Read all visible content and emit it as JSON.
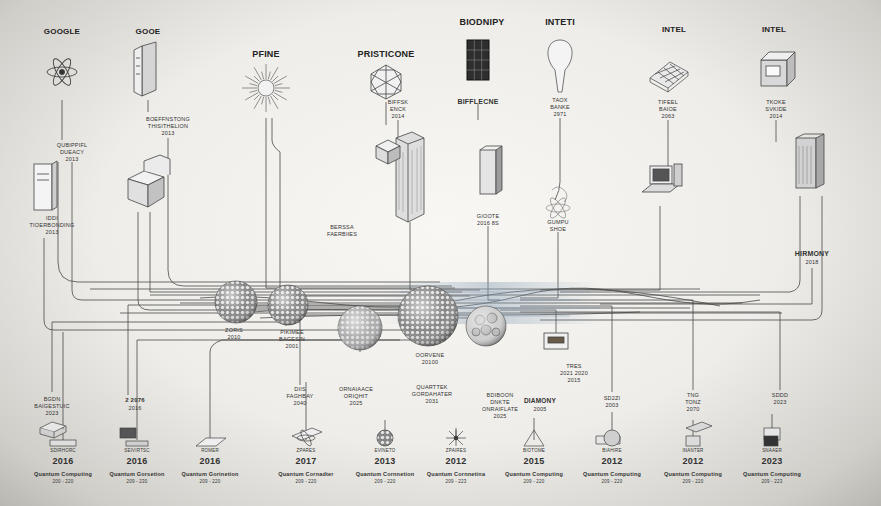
{
  "diagram": {
    "labels": [
      "GOOGLE",
      "GOOE",
      "PFINE",
      "PRISTICONE",
      "BIODNIPY",
      "INTETI",
      "INTEL",
      "INTEL",
      "QUBIPPIFL",
      "DUEACY",
      "2013",
      "BOEFFNSTONG",
      "THISITHELION",
      "2013",
      "BIFFSK",
      "ENCK",
      "2014",
      "BIFFLECNE",
      "TAOX",
      "BANKE",
      "2971",
      "TIFEEL",
      "BAIOE",
      "2063",
      "TKOKE",
      "SVKIDE",
      "2014",
      "IDDI",
      "TIOERBONDING",
      "2013",
      "BERSSA",
      "FAERBIIES",
      "GIOOTE",
      "2016 8S",
      "GUMPU",
      "SHOE",
      "HIRMONY",
      "2018",
      "ZORIS",
      "2010",
      "PIKIMEE",
      "BAGESIN",
      "2001",
      "DIIS",
      "FAGHBAY",
      "2040",
      "ORNAIAACE",
      "ORIQHIT",
      "2025",
      "OORVENE",
      "20100",
      "QUARTTEK",
      "GORDAHATER",
      "2031",
      "BDIBOON",
      "DNKTE",
      "ONRAIFLATE",
      "2025",
      "TRES",
      "2021 2020",
      "2015",
      "DIAMONY",
      "2005",
      "SD2ZI",
      "2003",
      "TNG",
      "TONZ",
      "2070",
      "SDDD",
      "2023",
      "BGDN",
      "BAIGESTUIC",
      "2023",
      "2 2076",
      "2016",
      "SDIRHORC",
      "2016",
      "Quantum Computing",
      "200 - 220",
      "SEIVIRTSC",
      "2016",
      "Quantum Gorsetion",
      "209 - 230",
      "ROMER",
      "2016",
      "Quantum Gorinetion",
      "209 - 220",
      "ZPARES",
      "2017",
      "Quantum Cornadter",
      "209 - 220",
      "EVINETO",
      "2013",
      "Quantum Cornnetion",
      "209 - 220",
      "ZPAIRES",
      "2012",
      "Quantum Cornnetina",
      "209 - 223",
      "BIOTOME",
      "2015",
      "Quantum Computing",
      "209 - 220",
      "BIAHIRE",
      "2012",
      "Quantum Computing",
      "209 - 220",
      "INANTER",
      "2012",
      "Quantum Computing",
      "209 - 220",
      "SNAAER",
      "2023",
      "Quantum Computing",
      "209 - 223"
    ]
  }
}
